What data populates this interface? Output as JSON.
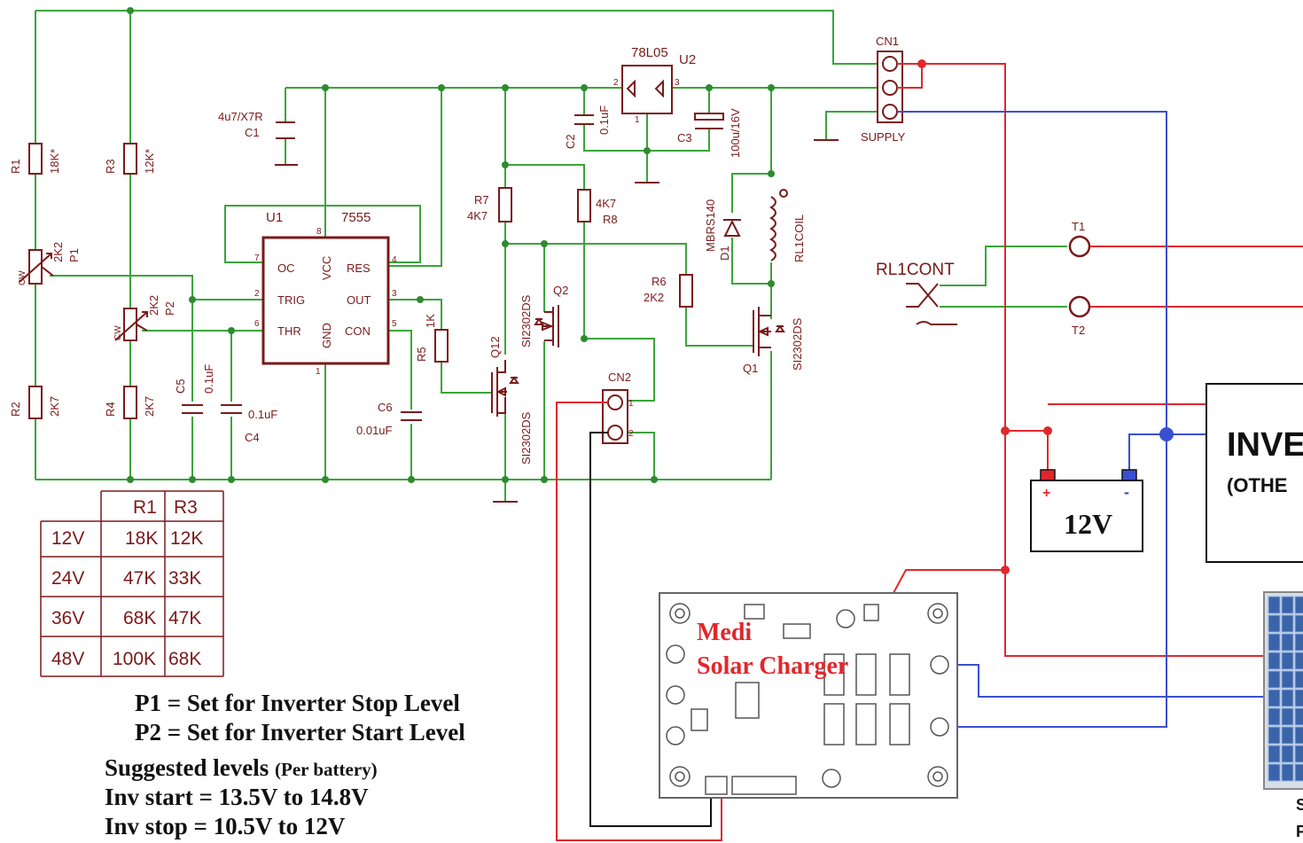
{
  "components": {
    "r1": {
      "ref": "R1",
      "value": "18K*"
    },
    "r2": {
      "ref": "R2",
      "value": "2K7"
    },
    "r3": {
      "ref": "R3",
      "value": "12K*"
    },
    "r4": {
      "ref": "R4",
      "value": "2K7"
    },
    "p1": {
      "ref": "P1",
      "value": "2K2",
      "tag": "CW"
    },
    "p2": {
      "ref": "P2",
      "value": "2K2",
      "tag": "CW"
    },
    "c1": {
      "ref": "C1",
      "value": "4u7/X7R"
    },
    "c2": {
      "ref": "C2",
      "value": "0.1uF"
    },
    "c3": {
      "ref": "C3",
      "value": "100u/16V"
    },
    "c4": {
      "ref": "C4",
      "value": "0.1uF"
    },
    "c5": {
      "ref": "C5",
      "value": "0.1uF"
    },
    "c6": {
      "ref": "C6",
      "value": "0.01uF"
    },
    "r5": {
      "ref": "R5",
      "value": "1K"
    },
    "r6": {
      "ref": "R6",
      "value": "2K2"
    },
    "r7": {
      "ref": "R7",
      "value": "4K7"
    },
    "r8": {
      "ref": "R8",
      "value": "4K7"
    },
    "u1": {
      "ref": "U1",
      "value": "7555",
      "pins": {
        "oc": "OC",
        "vcc": "VCC",
        "res": "RES",
        "trig": "TRIG",
        "out": "OUT",
        "thr": "THR",
        "gnd": "GND",
        "con": "CON"
      },
      "pin_numbers": [
        "7",
        "8",
        "4",
        "2",
        "3",
        "6",
        "5",
        "1"
      ]
    },
    "u2": {
      "ref": "U2",
      "value": "78L05",
      "pin_numbers": [
        "2",
        "3",
        "1"
      ]
    },
    "q1": {
      "ref": "Q1",
      "value": "SI2302DS"
    },
    "q2": {
      "ref": "Q2",
      "value": "SI2302DS"
    },
    "q12": {
      "ref": "Q12",
      "value": "SI2302DS"
    },
    "d1": {
      "ref": "D1",
      "value": "MBRS140"
    },
    "rl1": {
      "coil": "RL1COIL",
      "contact": "RL1CONT"
    },
    "cn1": {
      "ref": "CN1",
      "label": "SUPPLY"
    },
    "cn2": {
      "ref": "CN2",
      "pin_numbers": [
        "1",
        "2"
      ]
    },
    "t1": {
      "ref": "T1"
    },
    "t2": {
      "ref": "T2"
    }
  },
  "resistor_table": {
    "headers": [
      "",
      "R1",
      "R3"
    ],
    "rows": [
      [
        "12V",
        "18K",
        "12K"
      ],
      [
        "24V",
        "47K",
        "33K"
      ],
      [
        "36V",
        "68K",
        "47K"
      ],
      [
        "48V",
        "100K",
        "68K"
      ]
    ]
  },
  "battery": {
    "label": "12V",
    "plus": "+",
    "minus": "-"
  },
  "inverter": {
    "title": "INVE",
    "subtitle": "(OTHE"
  },
  "charger_board": {
    "line1": "Medi",
    "line2": "Solar Charger"
  },
  "panel_label_fragment": [
    "S",
    "F"
  ],
  "notes": {
    "p1": "P1 = Set for Inverter Stop Level",
    "p2": "P2 = Set for Inverter Start Level",
    "suggested": "Suggested levels",
    "suggested_small": "(Per battery)",
    "inv_start": "Inv start = 13.5V to 14.8V",
    "inv_stop": "Inv stop = 10.5V to 12V"
  },
  "colors": {
    "ground_wire": "#3aa53a",
    "positive_wire": "#e0282c",
    "negative_wire": "#3a4fd0",
    "component": "#7a1a1a"
  }
}
